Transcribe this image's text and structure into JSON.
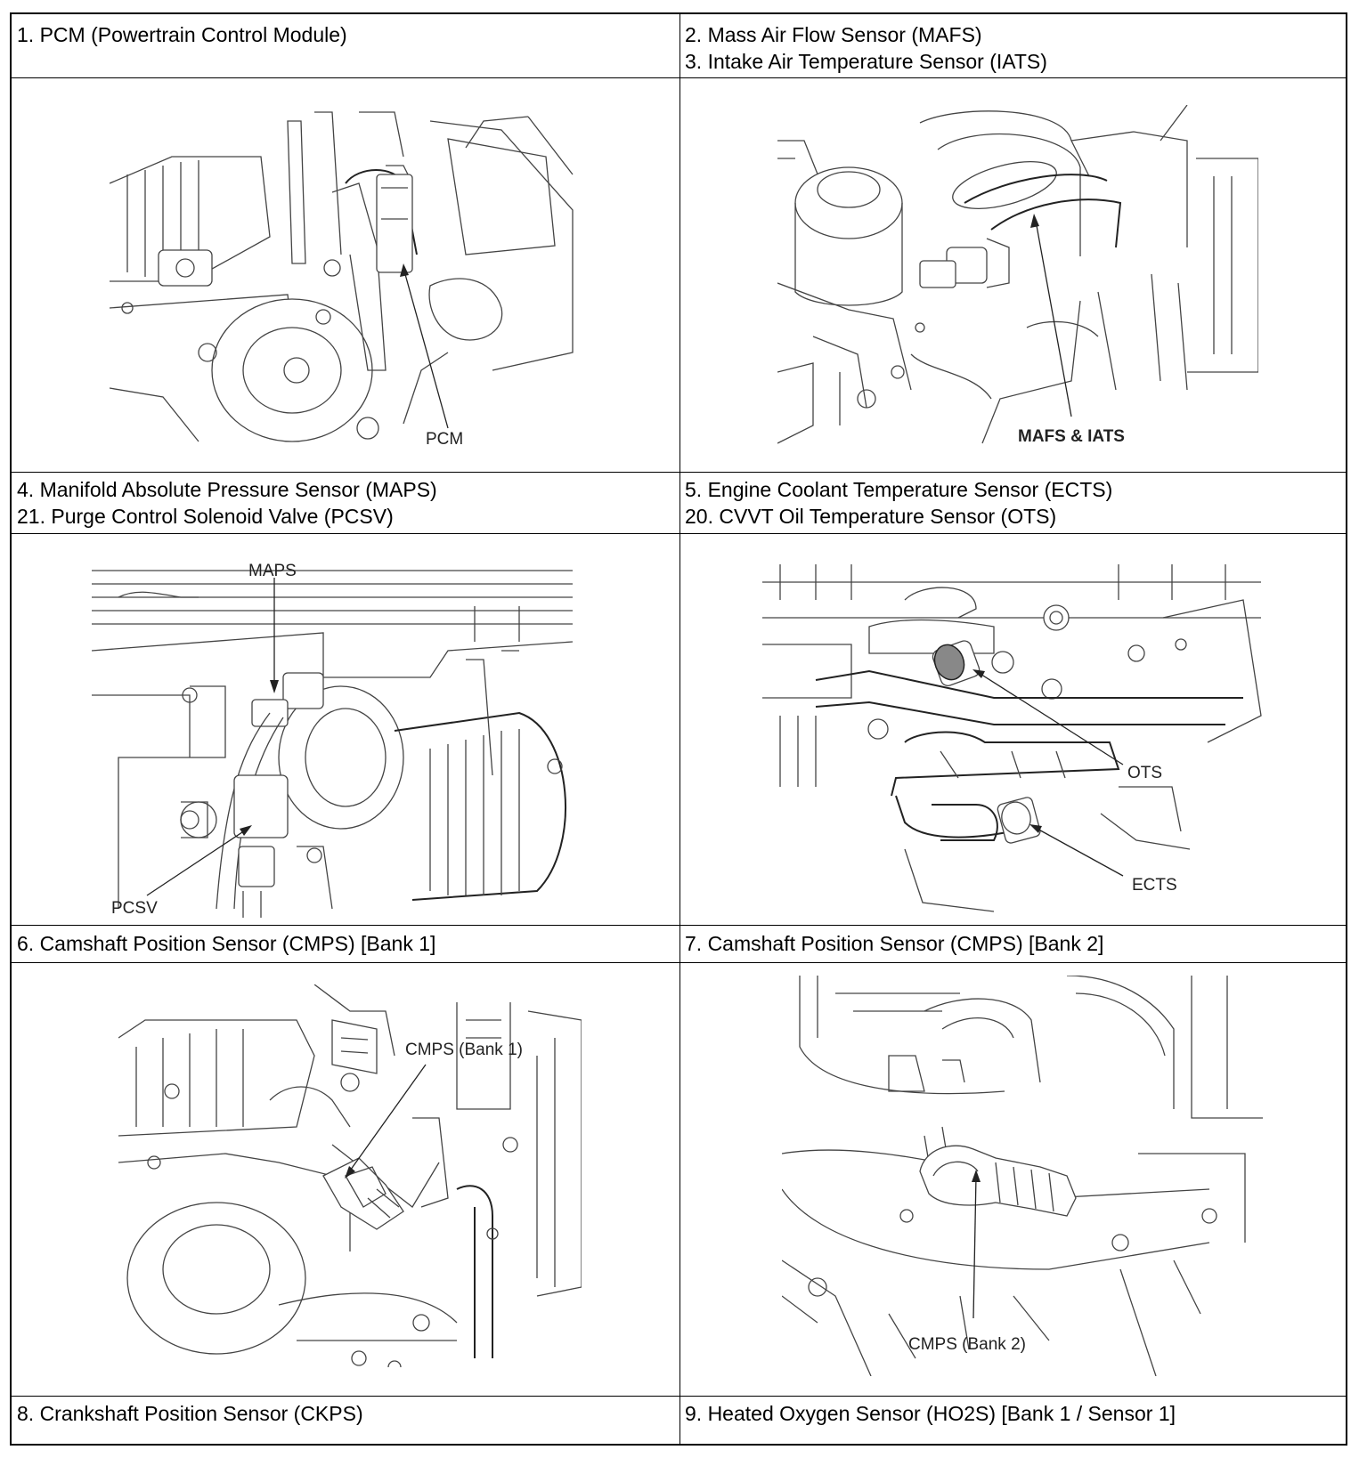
{
  "captions": {
    "c1": "1. PCM (Powertrain Control Module)",
    "c2a": "2. Mass Air Flow Sensor (MAFS)",
    "c2b": "3. Intake Air Temperature Sensor (IATS)",
    "c4a": "4. Manifold Absolute Pressure Sensor (MAPS)",
    "c4b": "21. Purge Control Solenoid Valve (PCSV)",
    "c5a": "5. Engine Coolant Temperature Sensor (ECTS)",
    "c5b": "20. CVVT Oil Temperature Sensor (OTS)",
    "c6": "6. Camshaft Position Sensor (CMPS) [Bank 1]",
    "c7": "7. Camshaft Position Sensor (CMPS) [Bank 2]",
    "c8": "8. Crankshaft Position Sensor (CKPS)",
    "c9": "9. Heated Oxygen Sensor (HO2S) [Bank 1 / Sensor 1]"
  },
  "figure_labels": {
    "pcm": "PCM",
    "mafs_iats": "MAFS & IATS",
    "maps": "MAPS",
    "pcsv": "PCSV",
    "ots": "OTS",
    "ects": "ECTS",
    "cmps_bank1": "CMPS (Bank 1)",
    "cmps_bank2": "CMPS (Bank 2)"
  }
}
